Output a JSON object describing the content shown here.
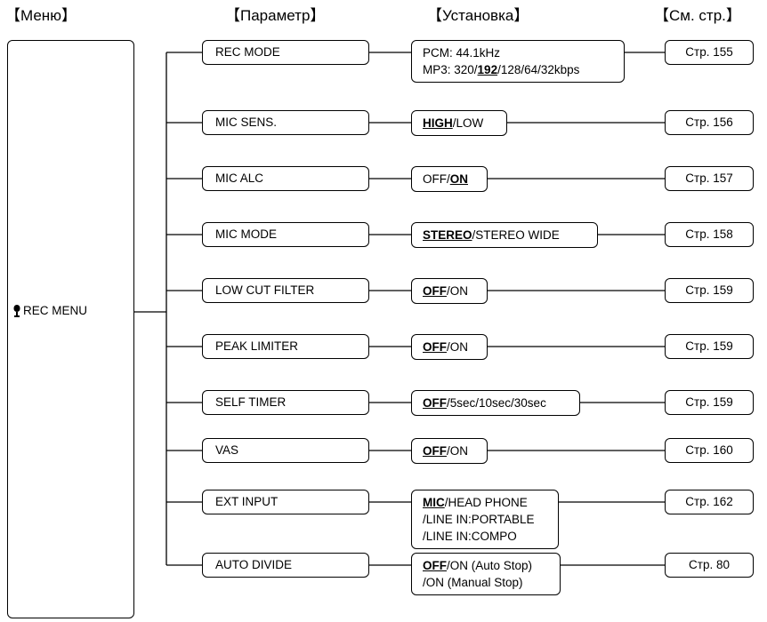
{
  "headers": {
    "menu": "【Меню】",
    "parameter": "【Параметр】",
    "setting": "【Установка】",
    "see_page": "【См. стр.】"
  },
  "menu": {
    "label": "REC MENU",
    "icon": "microphone-icon"
  },
  "rows": [
    {
      "param": "REC MODE",
      "setting_lines": [
        [
          {
            "t": "PCM: 44.1kHz",
            "b": false
          }
        ],
        [
          {
            "t": "MP3: 320/",
            "b": false
          },
          {
            "t": "192",
            "b": true
          },
          {
            "t": "/128/64/32kbps",
            "b": false
          }
        ]
      ],
      "page": "Стр. 155"
    },
    {
      "param": "MIC SENS.",
      "setting_lines": [
        [
          {
            "t": "HIGH",
            "b": true
          },
          {
            "t": "/LOW",
            "b": false
          }
        ]
      ],
      "page": "Стр. 156"
    },
    {
      "param": "MIC ALC",
      "setting_lines": [
        [
          {
            "t": "OFF/",
            "b": false
          },
          {
            "t": "ON",
            "b": true
          }
        ]
      ],
      "page": "Стр. 157"
    },
    {
      "param": "MIC MODE",
      "setting_lines": [
        [
          {
            "t": "STEREO",
            "b": true
          },
          {
            "t": "/STEREO WIDE",
            "b": false
          }
        ]
      ],
      "page": "Стр. 158"
    },
    {
      "param": "LOW CUT FILTER",
      "setting_lines": [
        [
          {
            "t": "OFF",
            "b": true
          },
          {
            "t": "/ON",
            "b": false
          }
        ]
      ],
      "page": "Стр. 159"
    },
    {
      "param": "PEAK LIMITER",
      "setting_lines": [
        [
          {
            "t": "OFF",
            "b": true
          },
          {
            "t": "/ON",
            "b": false
          }
        ]
      ],
      "page": "Стр. 159"
    },
    {
      "param": "SELF TIMER",
      "setting_lines": [
        [
          {
            "t": "OFF",
            "b": true
          },
          {
            "t": "/5sec/10sec/30sec",
            "b": false
          }
        ]
      ],
      "page": "Стр. 159"
    },
    {
      "param": "VAS",
      "setting_lines": [
        [
          {
            "t": "OFF",
            "b": true
          },
          {
            "t": "/ON",
            "b": false
          }
        ]
      ],
      "page": "Стр. 160"
    },
    {
      "param": "EXT INPUT",
      "setting_lines": [
        [
          {
            "t": "MIC",
            "b": true
          },
          {
            "t": "/HEAD PHONE",
            "b": false
          }
        ],
        [
          {
            "t": "/LINE IN:PORTABLE",
            "b": false
          }
        ],
        [
          {
            "t": "/LINE IN:COMPO",
            "b": false
          }
        ]
      ],
      "page": "Стр. 162"
    },
    {
      "param": "AUTO DIVIDE",
      "setting_lines": [
        [
          {
            "t": "OFF",
            "b": true
          },
          {
            "t": "/ON (Auto Stop)",
            "b": false
          }
        ],
        [
          {
            "t": "/ON (Manual Stop)",
            "b": false
          }
        ]
      ],
      "page": "Стр. 80"
    }
  ]
}
